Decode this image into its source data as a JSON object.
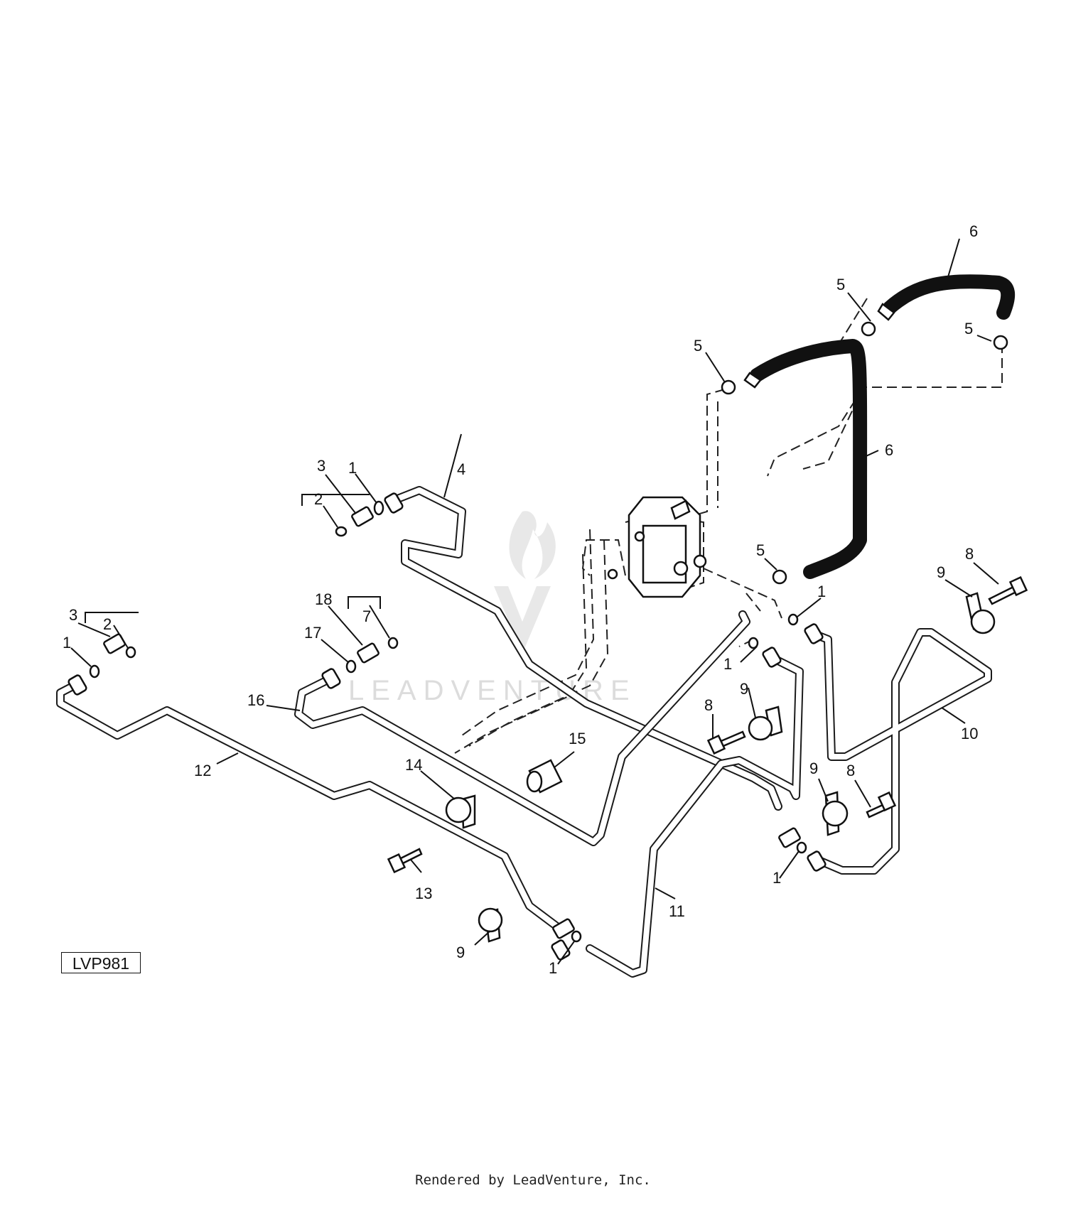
{
  "figure": {
    "reference_code": "LVP981",
    "credit": "Rendered by LeadVenture, Inc.",
    "watermark_text": "LEADVENTURE"
  },
  "callouts": [
    "1",
    "2",
    "3",
    "4",
    "5",
    "6",
    "7",
    "8",
    "9",
    "10",
    "11",
    "12",
    "13",
    "14",
    "15",
    "16",
    "17",
    "18"
  ],
  "colors": {
    "line": "#111111",
    "background": "#ffffff",
    "watermark": "#d8d8d8"
  }
}
